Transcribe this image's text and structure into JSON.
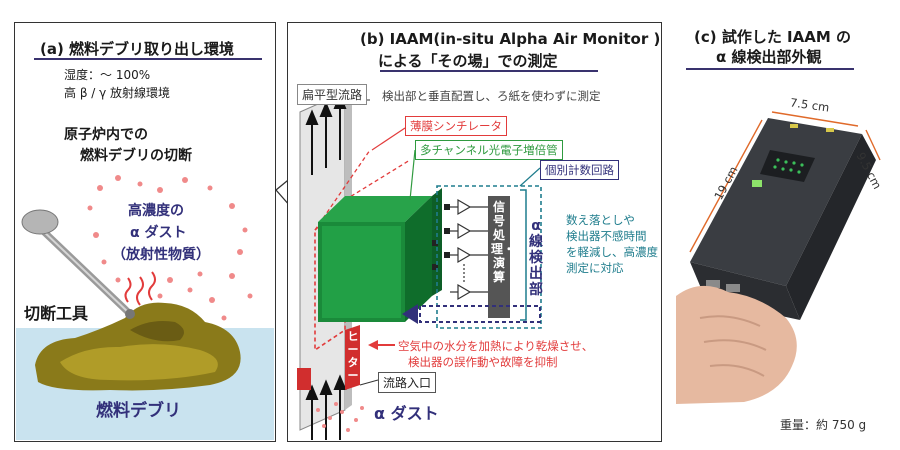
{
  "panel_a": {
    "title": "(a) 燃料デブリ取り出し環境",
    "humidity": "湿度：～ 100%",
    "radiation": "高 β / γ 放射線環境",
    "cutting_line1": "原子炉内での",
    "cutting_line2": "燃料デブリの切断",
    "dust_line1": "高濃度の",
    "dust_line2": "α ダスト",
    "dust_line3": "（放射性物質）",
    "tool_label": "切断工具",
    "debris_label": "燃料デブリ"
  },
  "panel_b": {
    "title_line1": "(b) IAAM(in-situ Alpha Air Monitor )",
    "title_line2": "による「その場」での測定",
    "flow_label": "扁平型流路",
    "flow_desc": "検出部と垂直配置し、ろ紙を使わずに測定",
    "scintillator": "薄膜シンチレータ",
    "pmt": "多チャンネル光電子増倍管",
    "counter": "個別計数回路",
    "signal_processing": "信号処理・演算",
    "alpha_detector": "α線検出部",
    "benefit_desc": [
      "数え落としや",
      "検出器不感時間",
      "を軽減し、高濃度",
      "測定に対応"
    ],
    "heater": "ヒーター",
    "heater_desc_line1": "空気中の水分を加熱により乾燥させ、",
    "heater_desc_line2": "検出器の誤作動や故障を抑制",
    "inlet": "流路入口",
    "alpha_dust": "α ダスト"
  },
  "panel_c": {
    "title_line1": "(c) 試作した IAAM の",
    "title_line2": "α 線検出部外観",
    "dim_width": "7.5 cm",
    "dim_depth": "9.5 cm",
    "dim_length": "19 cm",
    "weight": "重量：約 750 g"
  },
  "colors": {
    "accent_red": "#e23b3b",
    "accent_green": "#2f9a3f",
    "accent_navy": "#32307a",
    "accent_teal": "#1f7d8d",
    "detector_green": "#1a8a3a"
  }
}
